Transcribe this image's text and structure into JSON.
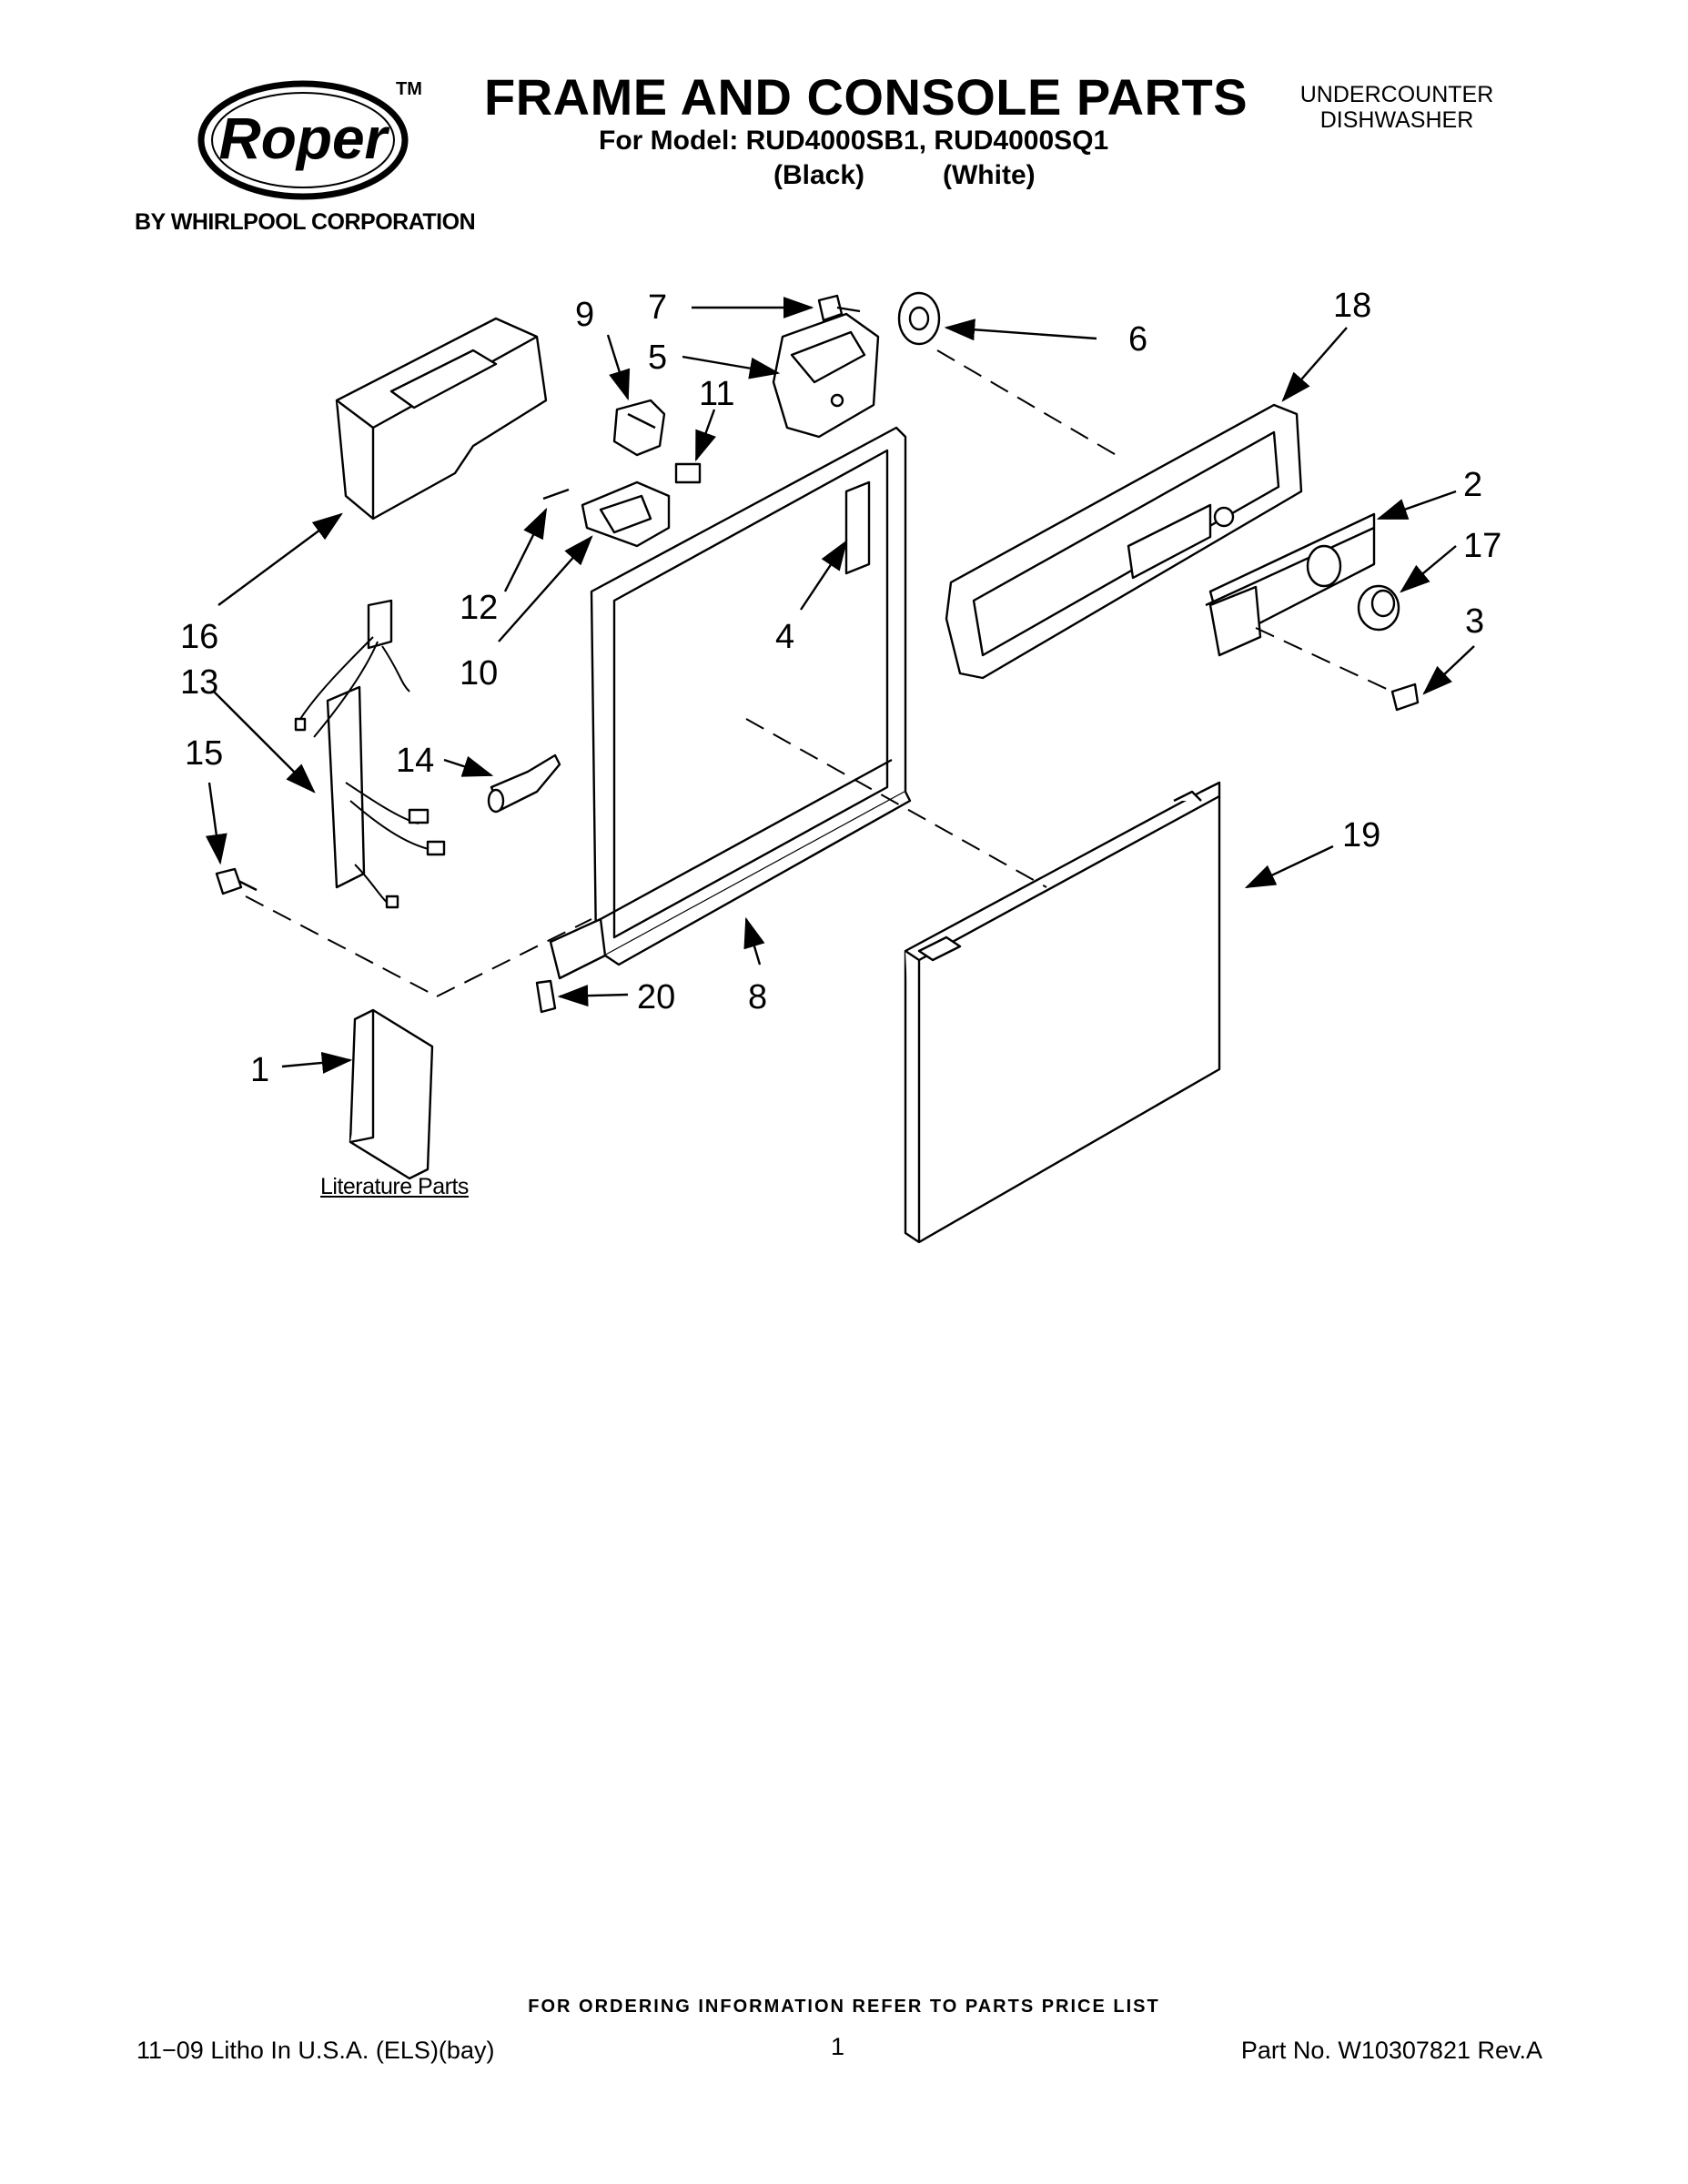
{
  "brand": {
    "logo_text": "Roper",
    "trademark": "TM",
    "company": "BY WHIRLPOOL CORPORATION"
  },
  "header": {
    "title": "FRAME AND CONSOLE PARTS",
    "model_line": "For Model: RUD4000SB1, RUD4000SQ1",
    "variant_black": "(Black)",
    "variant_white": "(White)",
    "category_line1": "UNDERCOUNTER",
    "category_line2": "DISHWASHER"
  },
  "callouts": {
    "p1": "1",
    "p2": "2",
    "p3": "3",
    "p4": "4",
    "p5": "5",
    "p6": "6",
    "p7": "7",
    "p8": "8",
    "p9": "9",
    "p10": "10",
    "p11": "11",
    "p12": "12",
    "p13": "13",
    "p14": "14",
    "p15": "15",
    "p16": "16",
    "p17": "17",
    "p18": "18",
    "p19": "19",
    "p20": "20"
  },
  "literature_label": "Literature Parts",
  "footer": {
    "ordering_note": "FOR ORDERING INFORMATION REFER TO PARTS PRICE LIST",
    "print_info": "11−09 Litho In U.S.A. (ELS)(bay)",
    "page_number": "1",
    "part_number": "Part No. W10307821 Rev.A"
  }
}
